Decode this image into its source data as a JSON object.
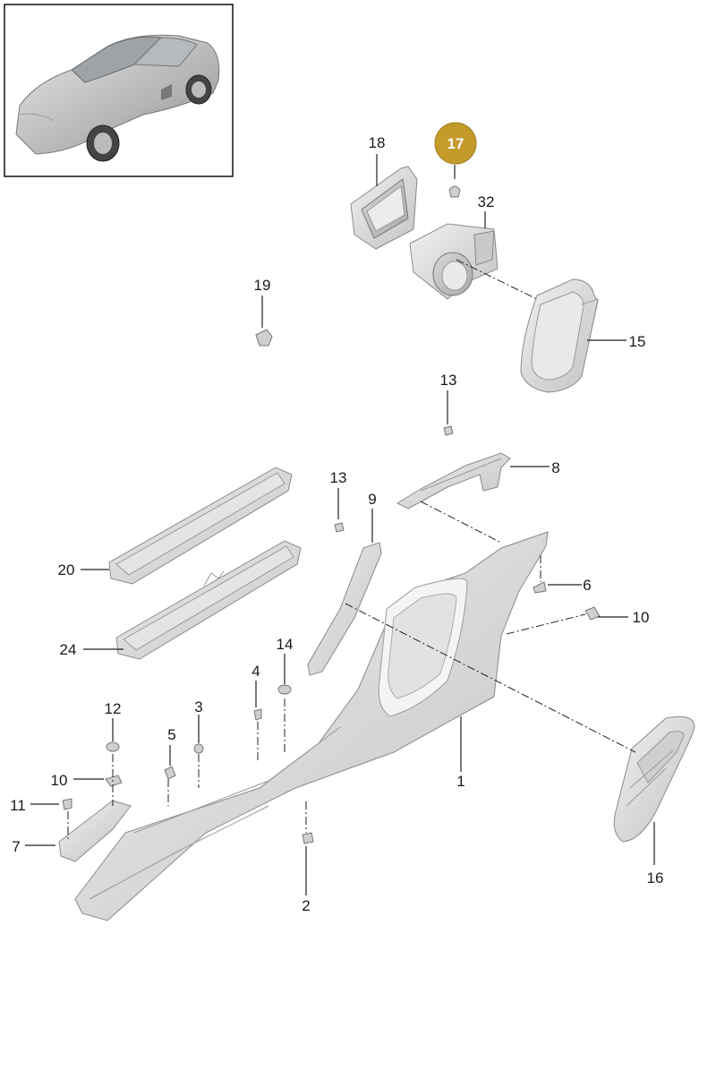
{
  "diagram": {
    "overview_image": "car-overview-image",
    "highlight_color": "#c49a2a",
    "callouts": [
      {
        "id": "c17",
        "label": "17",
        "highlighted": true
      },
      {
        "id": "c18",
        "label": "18"
      },
      {
        "id": "c32",
        "label": "32"
      },
      {
        "id": "c19",
        "label": "19"
      },
      {
        "id": "c15",
        "label": "15"
      },
      {
        "id": "c13a",
        "label": "13"
      },
      {
        "id": "c8",
        "label": "8"
      },
      {
        "id": "c13b",
        "label": "13"
      },
      {
        "id": "c9",
        "label": "9"
      },
      {
        "id": "c20",
        "label": "20"
      },
      {
        "id": "c6",
        "label": "6"
      },
      {
        "id": "c10a",
        "label": "10"
      },
      {
        "id": "c24",
        "label": "24"
      },
      {
        "id": "c14",
        "label": "14"
      },
      {
        "id": "c4",
        "label": "4"
      },
      {
        "id": "c12",
        "label": "12"
      },
      {
        "id": "c3",
        "label": "3"
      },
      {
        "id": "c5",
        "label": "5"
      },
      {
        "id": "c1",
        "label": "1"
      },
      {
        "id": "c10b",
        "label": "10"
      },
      {
        "id": "c11",
        "label": "11"
      },
      {
        "id": "c7",
        "label": "7"
      },
      {
        "id": "c2",
        "label": "2"
      },
      {
        "id": "c16",
        "label": "16"
      }
    ]
  }
}
